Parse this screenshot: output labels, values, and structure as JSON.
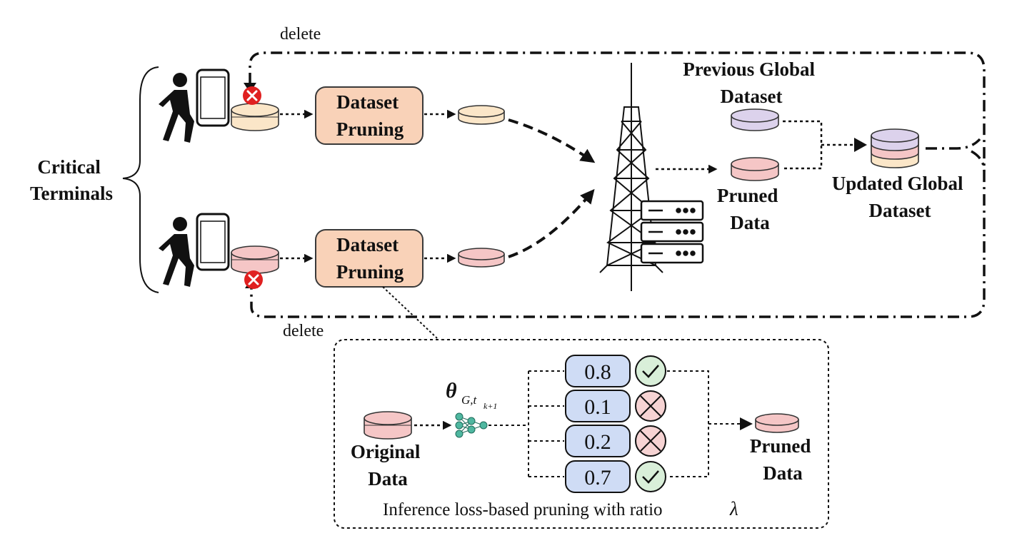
{
  "delete_top": "delete",
  "delete_bottom": "delete",
  "critical_terminals": [
    "Critical",
    "Terminals"
  ],
  "pruning_box_top": [
    "Dataset",
    "Pruning"
  ],
  "pruning_box_bottom": [
    "Dataset",
    "Pruning"
  ],
  "previous_global": [
    "Previous Global",
    "Dataset"
  ],
  "pruned_data_main": [
    "Pruned",
    "Data"
  ],
  "updated_global": [
    "Updated Global",
    "Dataset"
  ],
  "detail": {
    "original_data": [
      "Original",
      "Data"
    ],
    "theta_main": "θ",
    "theta_sub": "G,t",
    "theta_subsub": "k+1",
    "scores": [
      "0.8",
      "0.1",
      "0.2",
      "0.7"
    ],
    "score_status": [
      "keep",
      "drop",
      "drop",
      "keep"
    ],
    "pruned_data": [
      "Pruned",
      "Data"
    ],
    "caption": "Inference loss-based pruning with ratio",
    "caption_symbol": "λ"
  },
  "colors": {
    "pruning_box_fill": "#f9d2b8",
    "pruning_box_stroke": "#3a3a3a",
    "db_yellow": "#fbe6c8",
    "db_pink": "#f5c6c6",
    "db_purple": "#dcd2ec",
    "score_fill": "#cfdcf5",
    "keep_fill": "#d9efd9",
    "drop_fill": "#f6d3d3",
    "delete_badge": "#e02020"
  }
}
